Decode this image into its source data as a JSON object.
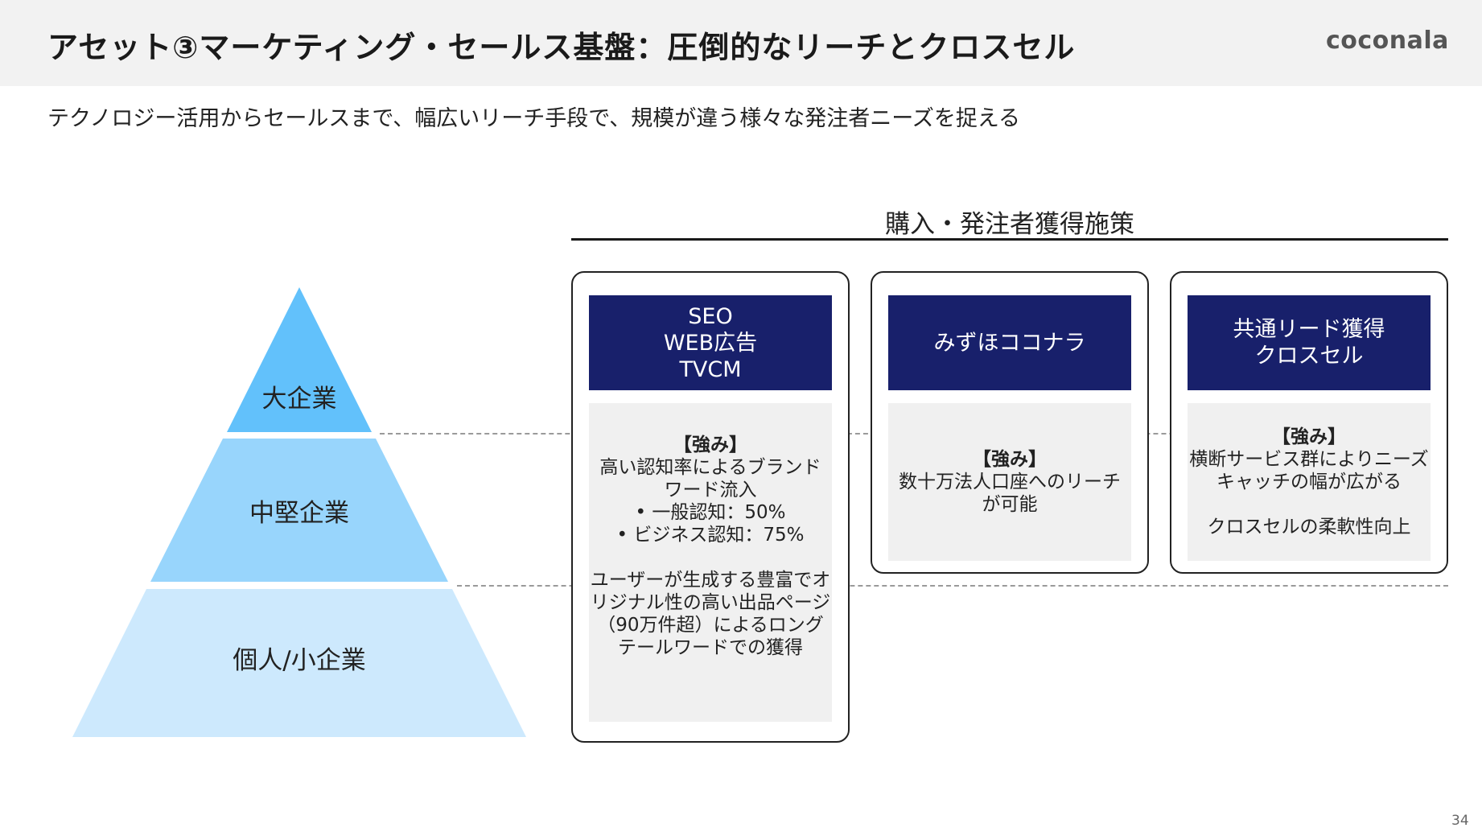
{
  "header": {
    "title": "アセット③マーケティング・セールス基盤：圧倒的なリーチとクロスセル",
    "logo_text": "coconala"
  },
  "subtitle": "テクノロジー活用からセールスまで、幅広いリーチ手段で、規模が違う様々な発注者ニーズを捉える",
  "pyramid": {
    "levels": [
      {
        "label": "大企業",
        "color": "#62c1fb"
      },
      {
        "label": "中堅企業",
        "color": "#98d5fc"
      },
      {
        "label": "個人/小企業",
        "color": "#cde9fd"
      }
    ]
  },
  "section": {
    "title": "購入・発注者獲得施策"
  },
  "cards": [
    {
      "head_lines": [
        "SEO",
        "WEB広告",
        "TVCM"
      ],
      "strength_label": "【強み】",
      "text1": "高い認知率によるブランドワード流入",
      "bullets": [
        "一般認知：50%",
        "ビジネス認知：75%"
      ],
      "text2": "ユーザーが生成する豊富でオリジナル性の高い出品ページ（90万件超）によるロングテールワードでの獲得"
    },
    {
      "head_lines": [
        "みずほココナラ"
      ],
      "strength_label": "【強み】",
      "text1": "数十万法人口座へのリーチが可能"
    },
    {
      "head_lines": [
        "共通リード獲得",
        "クロスセル"
      ],
      "strength_label": "【強み】",
      "text1": "横断サービス群によりニーズキャッチの幅が広がる",
      "text2": "クロスセルの柔軟性向上"
    }
  ],
  "colors": {
    "card_head_bg": "#18206b",
    "card_body_bg": "#f0f0f0"
  },
  "page_number": "34"
}
